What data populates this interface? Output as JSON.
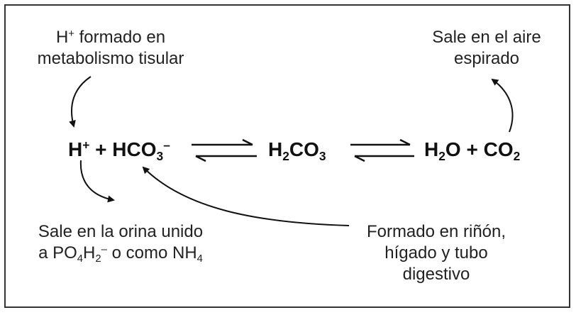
{
  "labels": {
    "top_left_line1": "H",
    "top_left_line1_sup": "+",
    "top_left_line1_rest": " formado en",
    "top_left_line2": "metabolismo tisular",
    "top_right_line1": "Sale en el aire",
    "top_right_line2": "espirado",
    "bottom_left_line1": "Sale en la orina unido",
    "bottom_left_line2_a": "a PO",
    "bottom_left_line2_sub1": "4",
    "bottom_left_line2_b": "H",
    "bottom_left_line2_sub2": "2",
    "bottom_left_line2_sup": "–",
    "bottom_left_line2_c": " o como NH",
    "bottom_left_line2_sub3": "4",
    "bottom_right_line1": "Formado en riñón,",
    "bottom_right_line2": "hígado y tubo",
    "bottom_right_line3": "digestivo"
  },
  "equation": {
    "h": "H",
    "h_sup": "+",
    "plus": " + ",
    "hco": "HCO",
    "hco_sub": "3",
    "hco_sup": "–",
    "h2": "H",
    "h2_sub": "2",
    "co": "CO",
    "co_sub": "3",
    "h2o": "H",
    "h2o_sub": "2",
    "o": "O",
    "plus2": " + ",
    "co2": "CO",
    "co2_sub": "2"
  }
}
